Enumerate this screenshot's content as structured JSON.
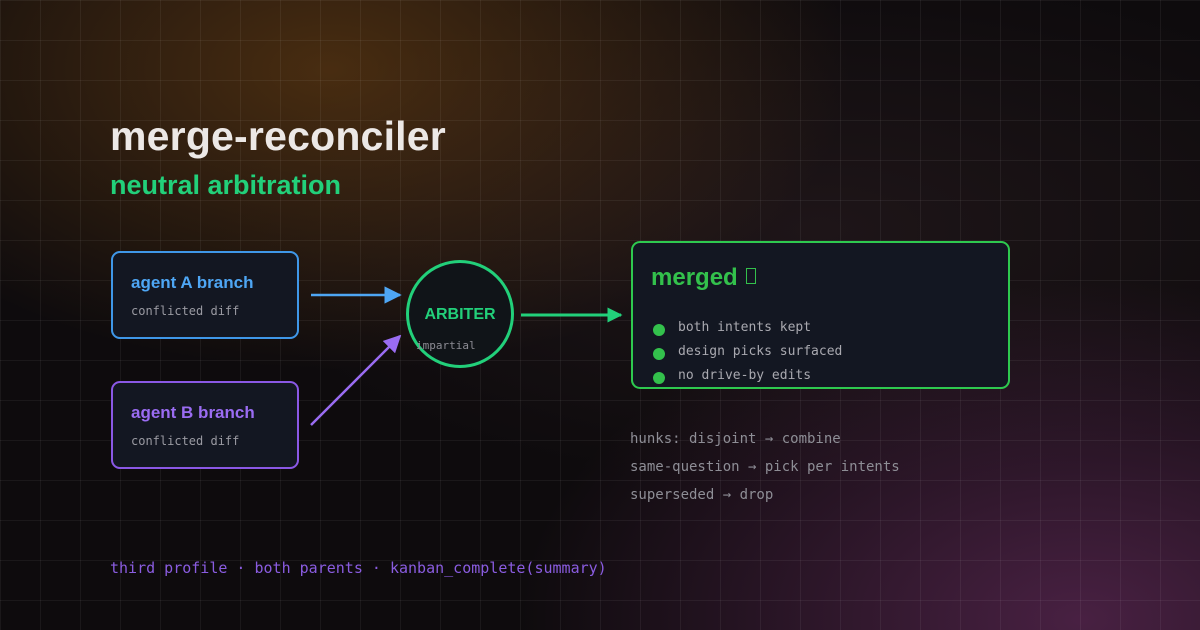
{
  "header": {
    "title": "merge-reconciler",
    "subtitle": "neutral arbitration"
  },
  "branches": [
    {
      "title": "agent A branch",
      "sub": "conflicted diff",
      "color": "#4ea6f4"
    },
    {
      "title": "agent B branch",
      "sub": "conflicted diff",
      "color": "#9a6cf2"
    }
  ],
  "arbiter": {
    "title": "ARBITER",
    "sub": "impartial",
    "color": "#22d07a"
  },
  "merged": {
    "title": "merged",
    "icon": "box-icon",
    "color": "#33c14c",
    "items": [
      "both intents kept",
      "design picks surfaced",
      "no drive-by edits"
    ]
  },
  "rules": [
    "hunks: disjoint → combine",
    "same-question → pick per intents",
    "superseded → drop"
  ],
  "footer": "third profile · both parents · kanban_complete(summary)"
}
